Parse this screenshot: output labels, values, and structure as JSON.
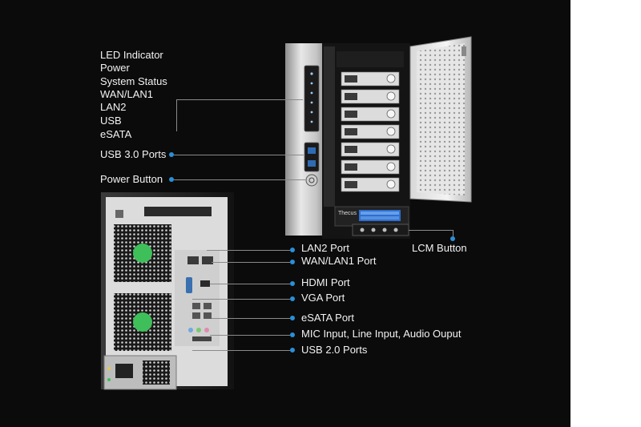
{
  "front_labels": {
    "led_indicator": "LED Indicator",
    "power": "Power",
    "system_status": "System Status",
    "wan_lan1": "WAN/LAN1",
    "lan2": "LAN2",
    "usb": "USB",
    "esata": "eSATA",
    "usb3_ports": "USB 3.0 Ports",
    "power_button": "Power Button",
    "lcm_button": "LCM Button"
  },
  "rear_labels": {
    "lan2_port": "LAN2 Port",
    "wan_lan1_port": "WAN/LAN1 Port",
    "hdmi_port": "HDMI Port",
    "vga_port": "VGA Port",
    "esata_port": "eSATA Port",
    "audio": "MIC Input, Line Input, Audio Ouput",
    "usb2_ports": "USB 2.0 Ports"
  },
  "device": {
    "brand_badge": "Thecus",
    "lcd_text": "",
    "drive_bays": 7
  },
  "colors": {
    "background": "#0b0b0b",
    "accent_dot": "#2a8fd8",
    "fan_green": "#3fbf5a"
  }
}
